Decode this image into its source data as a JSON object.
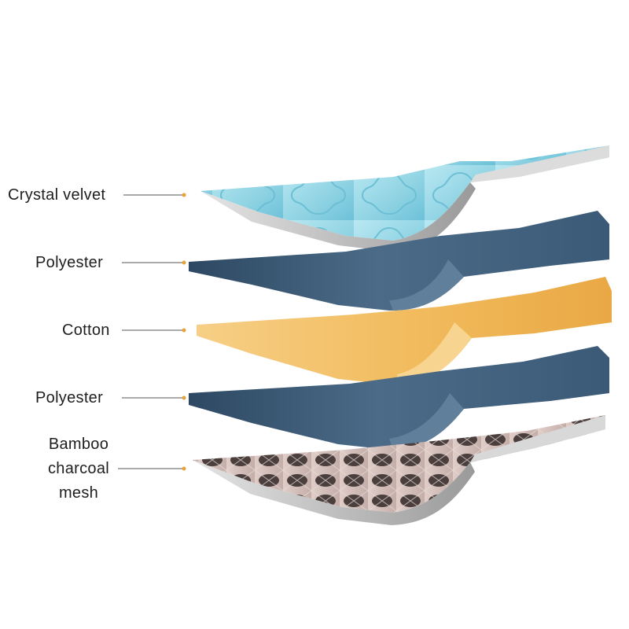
{
  "layers": [
    {
      "label": "Crystal velvet",
      "material": "crystal-velvet",
      "color": "#8fd3e3"
    },
    {
      "label": "Polyester",
      "material": "polyester",
      "color": "#3f5f7d"
    },
    {
      "label": "Cotton",
      "material": "cotton",
      "color": "#f2bc5f"
    },
    {
      "label": "Polyester",
      "material": "polyester",
      "color": "#3f5f7d"
    },
    {
      "label": "Bamboo charcoal mesh",
      "label_lines": [
        "Bamboo",
        "charcoal",
        "mesh"
      ],
      "material": "bamboo-charcoal-mesh",
      "color": "#cdb8b4"
    }
  ],
  "leader_color": "#555555",
  "leader_dot_color": "#e7a23a"
}
